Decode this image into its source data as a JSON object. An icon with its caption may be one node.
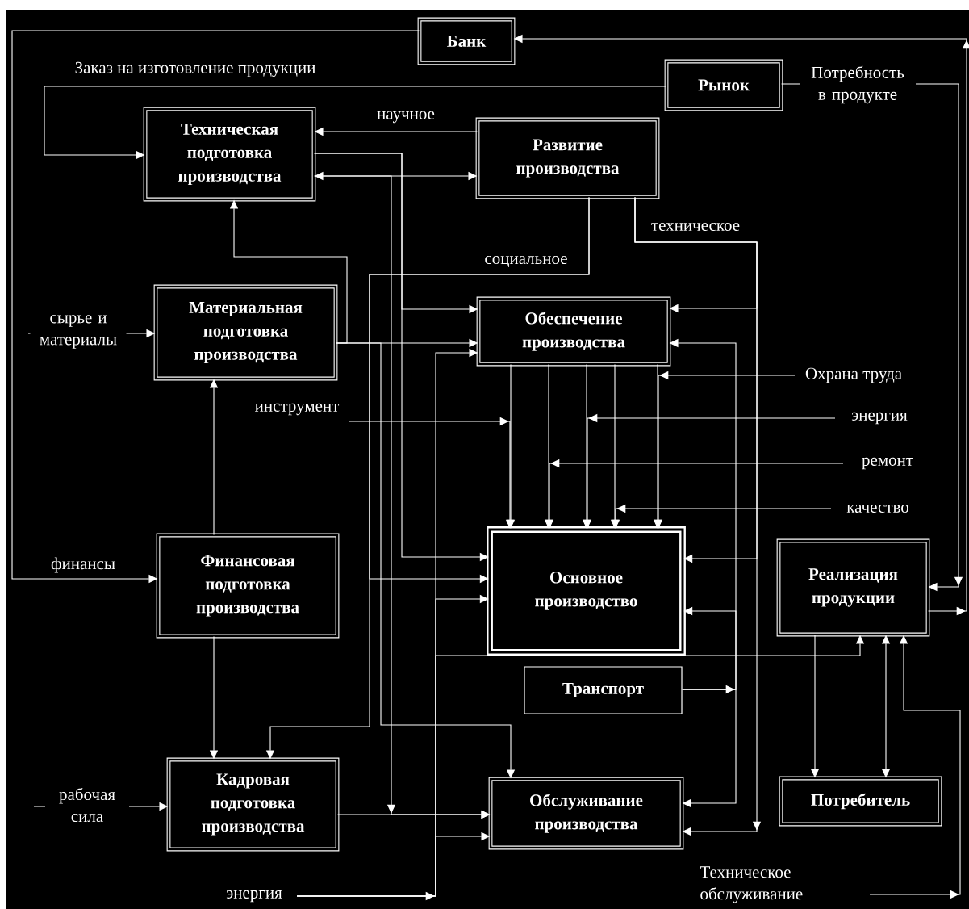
{
  "diagram": {
    "nodes": [
      {
        "text": [
          "Банк"
        ]
      },
      {
        "text": [
          "Рынок"
        ]
      },
      {
        "text": [
          "Техническая подготовка производства"
        ]
      },
      {
        "text": [
          "Развитие производства"
        ]
      },
      {
        "text": [
          "Материальная подготовка производства"
        ]
      },
      {
        "text": [
          "Обеспечение производства"
        ]
      },
      {
        "text": [
          "Финансовая подготовка производства"
        ]
      },
      {
        "text": [
          "Основное производство"
        ]
      },
      {
        "text": [
          "Реализация продукции"
        ]
      },
      {
        "text": [
          "Транспорт"
        ]
      },
      {
        "text": [
          "Кадровая подготовка производства"
        ]
      },
      {
        "text": [
          "Обслуживание производства"
        ]
      },
      {
        "text": [
          "Потребитель"
        ]
      }
    ],
    "edges": [
      {
        "from": 0,
        "to": 6,
        "arrow": "to",
        "label": "финансы"
      },
      {
        "from": 8,
        "to": 0,
        "arrow": "to"
      },
      {
        "from": 1,
        "to": 2,
        "arrow": "to",
        "label": "Заказ на изготовление продукции"
      },
      {
        "from": 1,
        "to": 8,
        "arrow": "to",
        "label": "Потребность в продукте"
      },
      {
        "from": 3,
        "to": 2,
        "arrow": "to",
        "label": "научное"
      },
      {
        "from": 2,
        "to": 3,
        "arrow": "both"
      },
      {
        "from": 2,
        "to": 5,
        "arrow": "to"
      },
      {
        "from": 2,
        "to": 7,
        "arrow": "to"
      },
      {
        "from": 4,
        "to": 2,
        "arrow": "to"
      },
      {
        "from": 4,
        "to": 5,
        "arrow": "to"
      },
      {
        "from": 6,
        "to": 4,
        "arrow": "to"
      },
      {
        "from": 6,
        "to": 10,
        "arrow": "to"
      },
      {
        "from": 3,
        "to": 10,
        "arrow": "to",
        "label": "социальное"
      },
      {
        "from": 3,
        "to": 5,
        "arrow": "to",
        "label": "техническое"
      },
      {
        "from": 3,
        "to": 7,
        "arrow": "to"
      },
      {
        "from": 3,
        "to": 11,
        "arrow": "to"
      },
      {
        "from": 5,
        "to": 7,
        "arrow": "to"
      },
      {
        "from": 5,
        "to": 7,
        "arrow": "to"
      },
      {
        "from": 5,
        "to": 7,
        "arrow": "to"
      },
      {
        "from": 5,
        "to": 7,
        "arrow": "to"
      },
      {
        "from": 5,
        "to": 7,
        "arrow": "to"
      },
      {
        "from": null,
        "to": 7,
        "arrow": "to",
        "label": "Охрана труда"
      },
      {
        "from": null,
        "to": 7,
        "arrow": "to",
        "label": "энергия"
      },
      {
        "from": null,
        "to": 7,
        "arrow": "to",
        "label": "ремонт"
      },
      {
        "from": null,
        "to": 7,
        "arrow": "to",
        "label": "качество"
      },
      {
        "from": null,
        "to": 7,
        "arrow": "to",
        "label": "инструмент"
      },
      {
        "from": null,
        "to": 4,
        "arrow": "to",
        "label": "сырье и материалы"
      },
      {
        "from": null,
        "to": 10,
        "arrow": "to",
        "label": "рабочая сила"
      },
      {
        "from": 9,
        "to": 5,
        "arrow": "to"
      },
      {
        "from": 9,
        "to": 7,
        "arrow": "to"
      },
      {
        "from": 9,
        "to": 11,
        "arrow": "to"
      },
      {
        "from": null,
        "to": 5,
        "arrow": "to",
        "label": "энергия"
      },
      {
        "from": null,
        "to": 7,
        "arrow": "to"
      },
      {
        "from": null,
        "to": 11,
        "arrow": "to"
      },
      {
        "from": null,
        "to": 8,
        "arrow": "to"
      },
      {
        "from": 10,
        "to": 11,
        "arrow": "to"
      },
      {
        "from": 4,
        "to": 11,
        "arrow": "to"
      },
      {
        "from": 2,
        "to": 11,
        "arrow": "to"
      },
      {
        "from": 3,
        "to": 7,
        "arrow": "to"
      },
      {
        "from": 8,
        "to": 12,
        "arrow": "to"
      },
      {
        "from": 8,
        "to": 12,
        "arrow": "both"
      },
      {
        "from": null,
        "to": 8,
        "arrow": "to",
        "label": "Техническое обслуживание"
      }
    ]
  }
}
